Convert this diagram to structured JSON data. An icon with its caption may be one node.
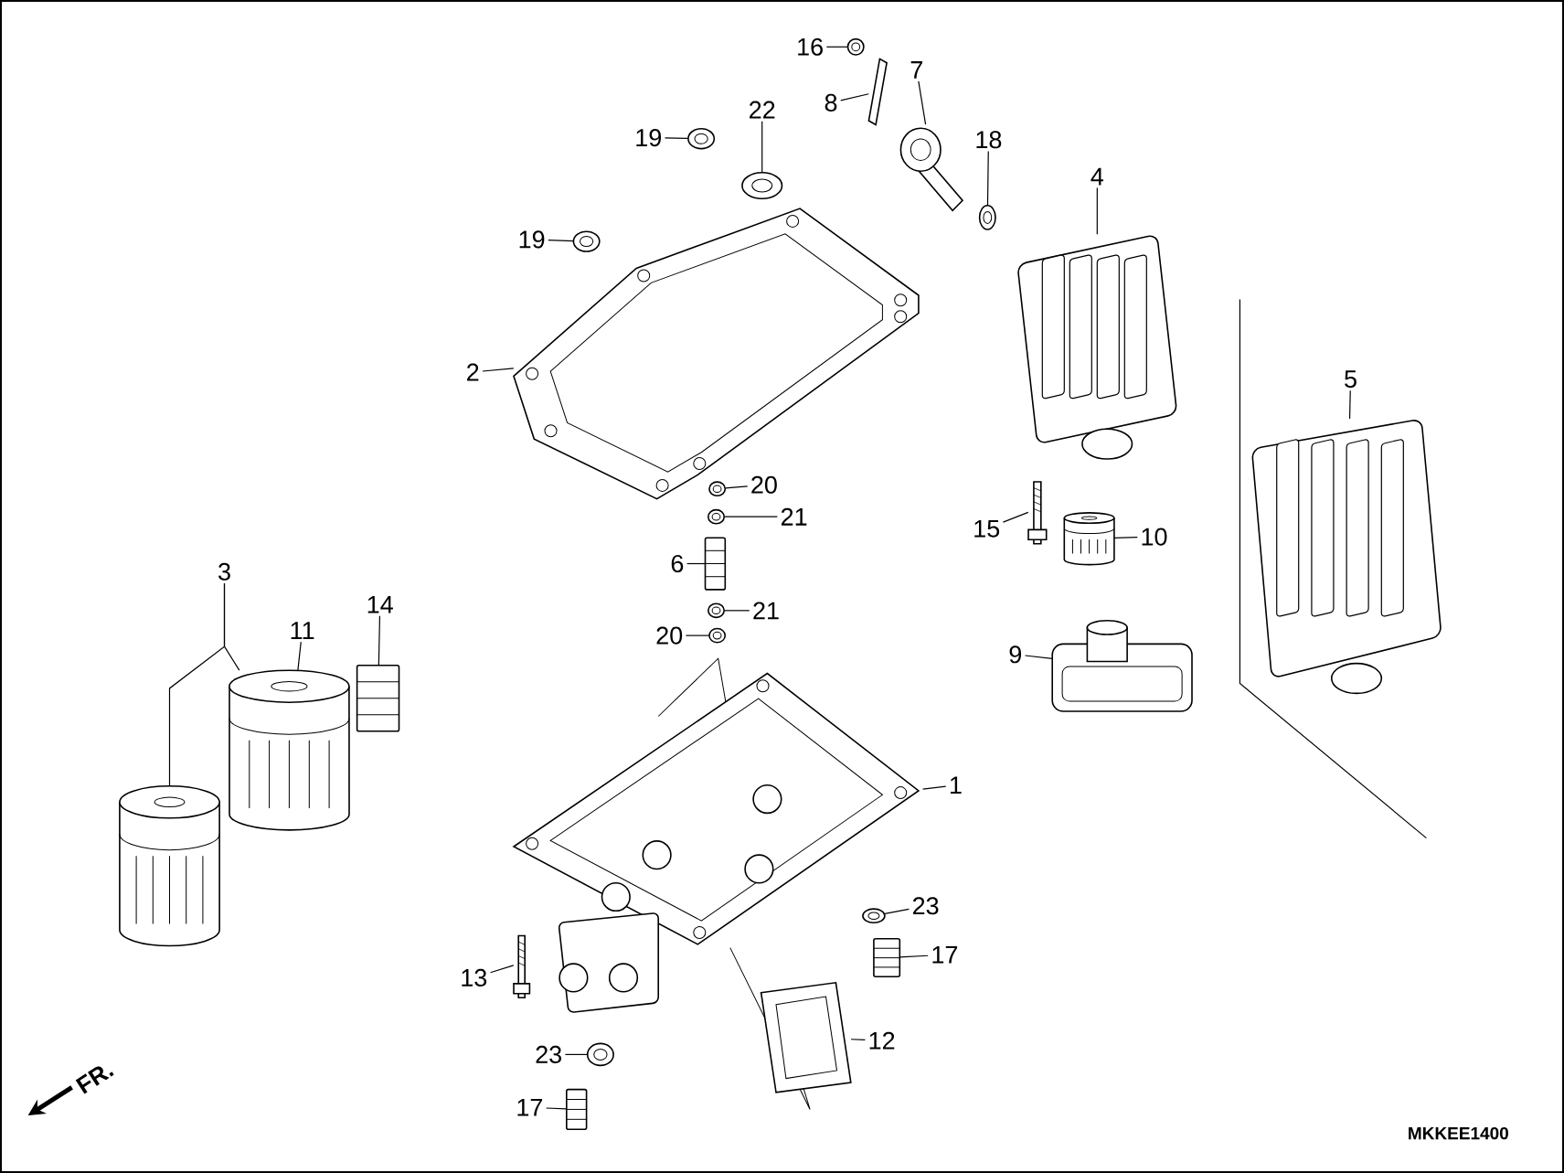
{
  "diagram": {
    "nodes": [
      {
        "text": [
          "16"
        ]
      },
      {
        "text": [],
        "shape": "picture"
      },
      {
        "text": [
          "8"
        ]
      },
      {
        "text": [],
        "shape": "picture"
      },
      {
        "text": [
          "7"
        ]
      },
      {
        "text": [],
        "shape": "picture"
      },
      {
        "text": [
          "22"
        ]
      },
      {
        "text": [],
        "shape": "picture"
      },
      {
        "text": [
          "19"
        ]
      },
      {
        "text": [],
        "shape": "picture"
      },
      {
        "text": [
          "18"
        ]
      },
      {
        "text": [],
        "shape": "picture"
      },
      {
        "text": [
          "4"
        ]
      },
      {
        "text": [],
        "shape": "picture"
      },
      {
        "text": [
          "19"
        ]
      },
      {
        "text": [],
        "shape": "picture"
      },
      {
        "text": [
          "2"
        ]
      },
      {
        "text": [],
        "shape": "picture"
      },
      {
        "text": [
          "5"
        ]
      },
      {
        "text": [],
        "shape": "picture"
      },
      {
        "text": [
          "20"
        ]
      },
      {
        "text": [],
        "shape": "picture"
      },
      {
        "text": [
          "21"
        ]
      },
      {
        "text": [],
        "shape": "picture"
      },
      {
        "text": [
          "6"
        ]
      },
      {
        "text": [],
        "shape": "picture"
      },
      {
        "text": [
          "15"
        ]
      },
      {
        "text": [],
        "shape": "picture"
      },
      {
        "text": [
          "10"
        ]
      },
      {
        "text": [],
        "shape": "picture"
      },
      {
        "text": [
          "21"
        ]
      },
      {
        "text": [],
        "shape": "picture"
      },
      {
        "text": [
          "20"
        ]
      },
      {
        "text": [],
        "shape": "picture"
      },
      {
        "text": [
          "9"
        ]
      },
      {
        "text": [],
        "shape": "picture"
      },
      {
        "text": [
          "3"
        ]
      },
      {
        "text": [],
        "shape": "picture"
      },
      {
        "text": [
          "11"
        ]
      },
      {
        "text": [],
        "shape": "picture"
      },
      {
        "text": [
          "14"
        ]
      },
      {
        "text": [],
        "shape": "picture"
      },
      {
        "text": [
          "1"
        ]
      },
      {
        "text": [],
        "shape": "picture"
      },
      {
        "text": [
          "23"
        ]
      },
      {
        "text": [],
        "shape": "picture"
      },
      {
        "text": [
          "17"
        ]
      },
      {
        "text": [],
        "shape": "picture"
      },
      {
        "text": [
          "13"
        ]
      },
      {
        "text": [],
        "shape": "picture"
      },
      {
        "text": [
          "12"
        ]
      },
      {
        "text": [],
        "shape": "picture"
      },
      {
        "text": [
          "23"
        ]
      },
      {
        "text": [],
        "shape": "picture"
      },
      {
        "text": [
          "17"
        ]
      },
      {
        "text": [],
        "shape": "picture"
      }
    ],
    "edges": [
      {
        "from": 0,
        "to": 1,
        "arrow": "none"
      },
      {
        "from": 2,
        "to": 3,
        "arrow": "none"
      },
      {
        "from": 4,
        "to": 5,
        "arrow": "none"
      },
      {
        "from": 6,
        "to": 7,
        "arrow": "none"
      },
      {
        "from": 8,
        "to": 9,
        "arrow": "none"
      },
      {
        "from": 10,
        "to": 11,
        "arrow": "none"
      },
      {
        "from": 12,
        "to": 13,
        "arrow": "none"
      },
      {
        "from": 14,
        "to": 15,
        "arrow": "none"
      },
      {
        "from": 16,
        "to": 17,
        "arrow": "none"
      },
      {
        "from": 18,
        "to": 19,
        "arrow": "none"
      },
      {
        "from": 20,
        "to": 21,
        "arrow": "none"
      },
      {
        "from": 22,
        "to": 23,
        "arrow": "none"
      },
      {
        "from": 24,
        "to": 25,
        "arrow": "none"
      },
      {
        "from": 26,
        "to": 27,
        "arrow": "none"
      },
      {
        "from": 28,
        "to": 29,
        "arrow": "none"
      },
      {
        "from": 30,
        "to": 31,
        "arrow": "none"
      },
      {
        "from": 32,
        "to": 33,
        "arrow": "none"
      },
      {
        "from": 34,
        "to": 35,
        "arrow": "none"
      },
      {
        "from": 36,
        "to": 37,
        "arrow": "none"
      },
      {
        "from": 36,
        "to": 39,
        "arrow": "none"
      },
      {
        "from": 38,
        "to": 39,
        "arrow": "none"
      },
      {
        "from": 40,
        "to": 41,
        "arrow": "none"
      },
      {
        "from": 42,
        "to": 43,
        "arrow": "none"
      },
      {
        "from": 44,
        "to": 45,
        "arrow": "none"
      },
      {
        "from": 46,
        "to": 47,
        "arrow": "none"
      },
      {
        "from": 48,
        "to": 49,
        "arrow": "none"
      },
      {
        "from": 50,
        "to": 51,
        "arrow": "none"
      },
      {
        "from": 52,
        "to": 53,
        "arrow": "none"
      },
      {
        "from": 54,
        "to": 55,
        "arrow": "none"
      }
    ],
    "labels": [
      "FR.",
      "MKKEE1400"
    ]
  }
}
